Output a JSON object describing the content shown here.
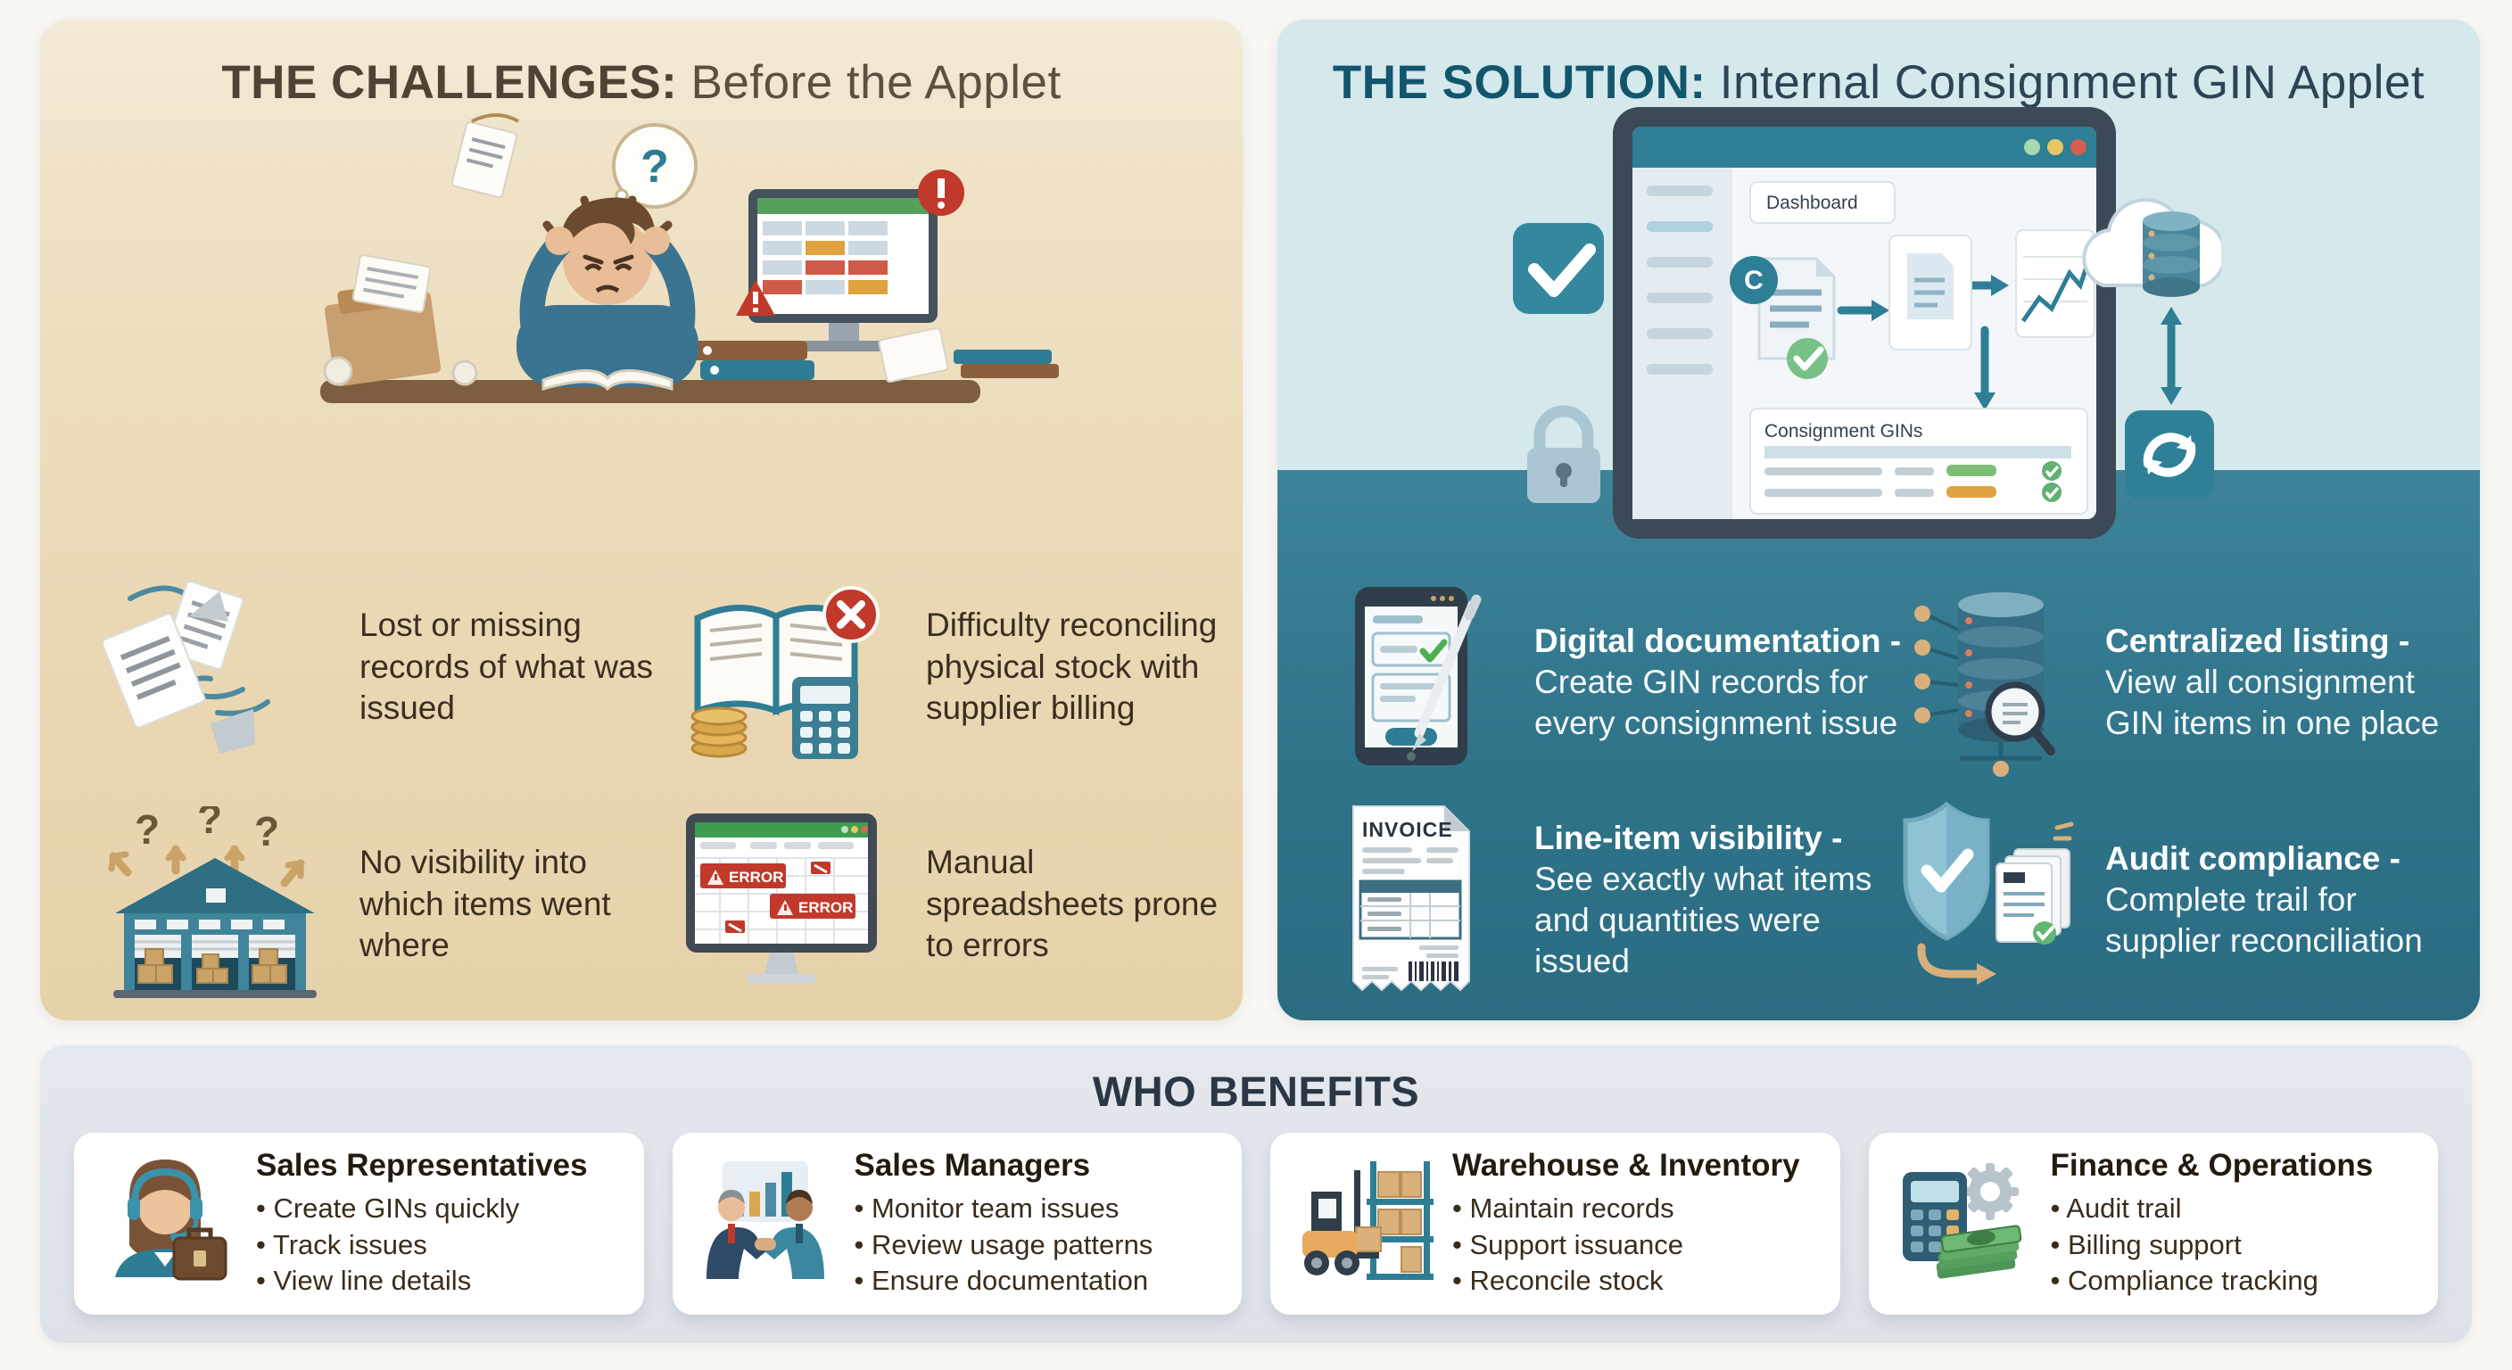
{
  "challenges": {
    "title_bold": "THE CHALLENGES:",
    "title_rest": " Before the Applet",
    "qmark": "?",
    "error_label": "ERROR",
    "items": [
      {
        "icon": "flying-papers-icon",
        "text": "Lost or missing records of what was issued"
      },
      {
        "icon": "ledger-reconcile-icon",
        "text": "Difficulty reconciling physical stock with supplier billing"
      },
      {
        "icon": "warehouse-icon",
        "text": "No visibility into which items went where"
      },
      {
        "icon": "error-spreadsheet-icon",
        "text": "Manual spreadsheets prone to errors"
      }
    ]
  },
  "solution": {
    "title_bold": "THE SOLUTION:",
    "title_rest": " Internal Consignment GIN Applet",
    "tablet": {
      "dashboard_label": "Dashboard",
      "consignment_label": "Consignment GINs",
      "doc_badge": "C"
    },
    "invoice_label": "INVOICE",
    "items": [
      {
        "icon": "tablet-form-icon",
        "head": "Digital documentation -",
        "body": "Create GIN records for every consignment issue"
      },
      {
        "icon": "database-network-icon",
        "head": "Centralized listing -",
        "body": "View all consignment GIN items in one place"
      },
      {
        "icon": "invoice-icon",
        "head": "Line-item visibility -",
        "body": "See exactly what items and quantities were issued"
      },
      {
        "icon": "shield-audit-icon",
        "head": "Audit compliance -",
        "body": "Complete trail for supplier reconciliation"
      }
    ]
  },
  "benefits": {
    "title": "WHO BENEFITS",
    "cards": [
      {
        "icon": "support-agent-icon",
        "title": "Sales Representatives",
        "bullets": [
          "Create GINs quickly",
          "Track issues",
          "View line details"
        ]
      },
      {
        "icon": "handshake-icon",
        "title": "Sales Managers",
        "bullets": [
          "Monitor team issues",
          "Review usage patterns",
          "Ensure documentation"
        ]
      },
      {
        "icon": "forklift-icon",
        "title": "Warehouse & Inventory",
        "bullets": [
          "Maintain records",
          "Support issuance",
          "Reconcile stock"
        ]
      },
      {
        "icon": "finance-icon",
        "title": "Finance & Operations",
        "bullets": [
          "Audit trail",
          "Billing support",
          "Compliance tracking"
        ]
      }
    ]
  },
  "colors": {
    "beige_panel": "#ead8b4",
    "light_blue_panel": "#d5e8ec",
    "teal_band": "#2f7389",
    "teal_accent": "#2e7e95",
    "error_red": "#c0392b",
    "success_green": "#6cbd7d",
    "tan_accent": "#d9b07c",
    "card_band": "#dde2e9"
  }
}
